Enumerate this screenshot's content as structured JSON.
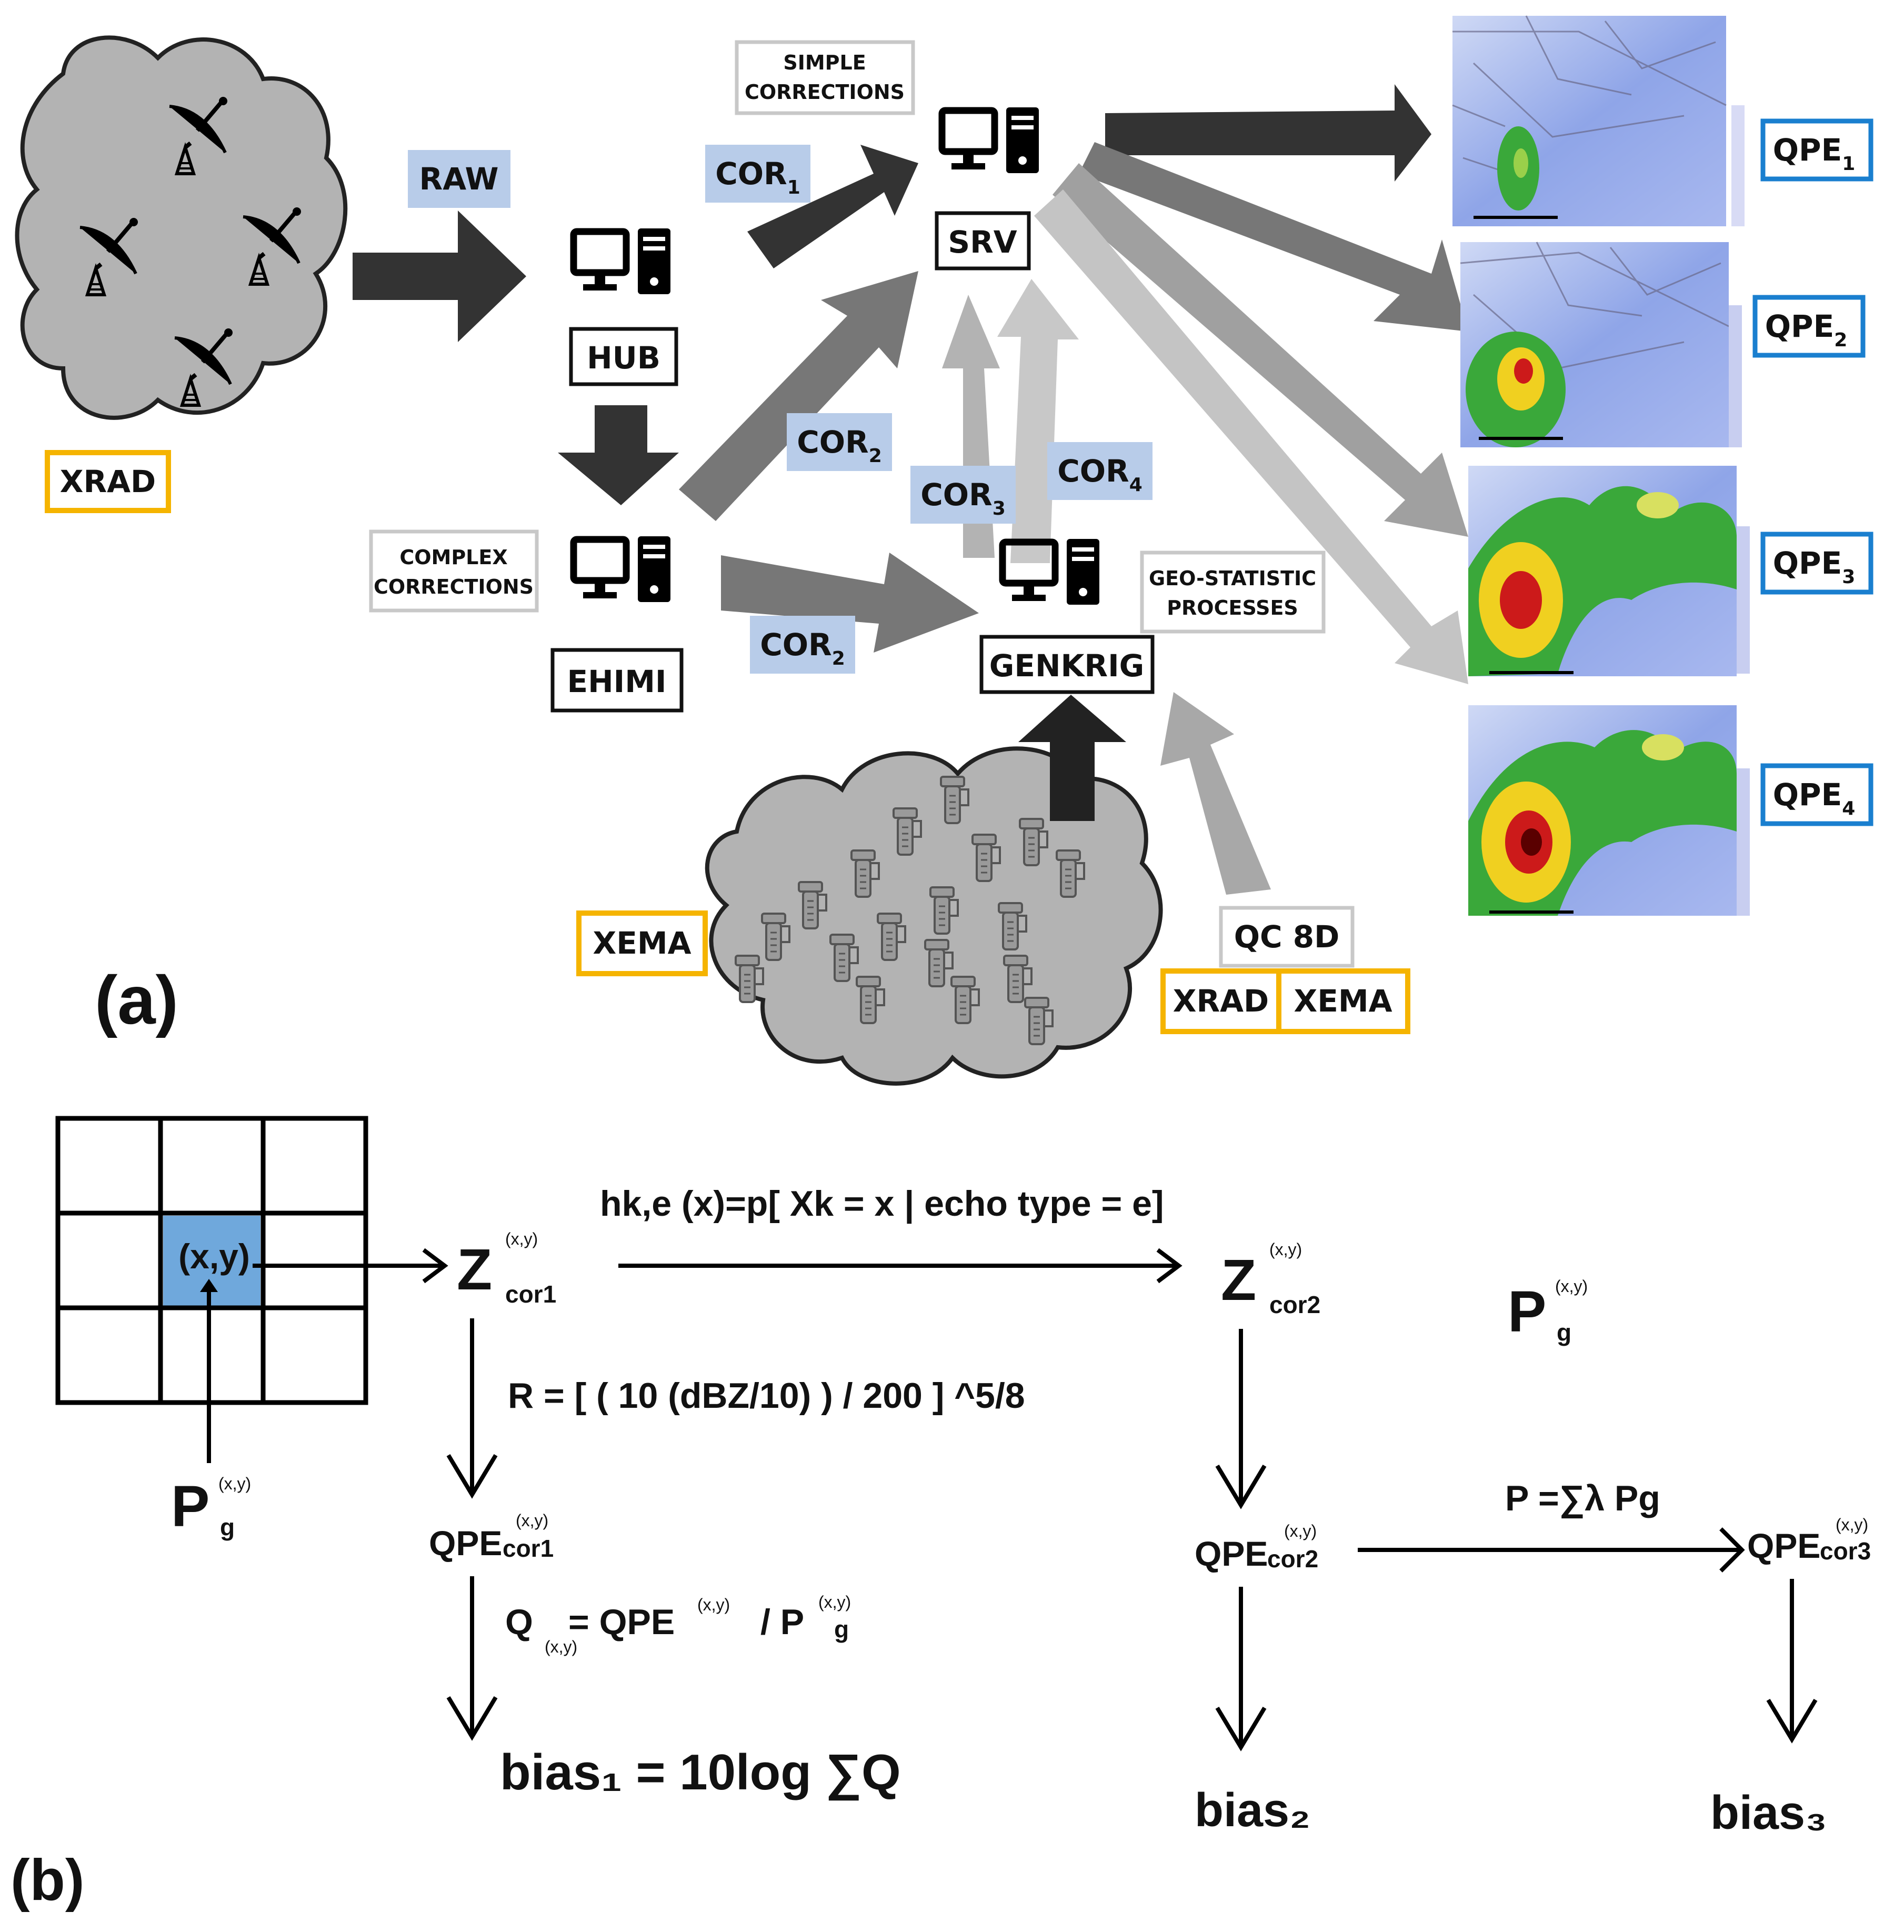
{
  "panel_a": {
    "panel_label": "(a)",
    "radar_network_label": "XRAD",
    "gauge_network_label": "XEMA",
    "raw_label": "RAW",
    "hub_label": "HUB",
    "ehimi_label": "EHIMI",
    "srv_label": "SRV",
    "genkrig_label": "GENKRIG",
    "simple_corrections": [
      "SIMPLE",
      "CORRECTIONS"
    ],
    "complex_corrections": [
      "COMPLEX",
      "CORRECTIONS"
    ],
    "geostat_processes": [
      "GEO-STATISTIC",
      "PROCESSES"
    ],
    "cor1": {
      "base": "COR",
      "sub": "1"
    },
    "cor2_upper": {
      "base": "COR",
      "sub": "2"
    },
    "cor2_lower": {
      "base": "COR",
      "sub": "2"
    },
    "cor3": {
      "base": "COR",
      "sub": "3"
    },
    "cor4": {
      "base": "COR",
      "sub": "4"
    },
    "qc_label": "QC 8D",
    "qc_inputs": [
      "XRAD",
      "XEMA"
    ],
    "qpe_outputs": [
      {
        "base": "QPE",
        "sub": "1"
      },
      {
        "base": "QPE",
        "sub": "2"
      },
      {
        "base": "QPE",
        "sub": "3"
      },
      {
        "base": "QPE",
        "sub": "4"
      }
    ],
    "colors": {
      "label_blue": "#b8cce9",
      "xrad_xema_border": "#f5b400",
      "qpe_border": "#1a7fcf",
      "dark_arrow": "#333333",
      "mid_arrow": "#707070",
      "light_arrow": "#c0c0c0",
      "cloud_fill": "#b3b3b3"
    }
  },
  "panel_b": {
    "panel_label": "(b)",
    "grid_cell_label": "(x,y)",
    "coord_sup": "(x,y)",
    "pg": {
      "base": "P",
      "sub": "g"
    },
    "z_cor1": {
      "base": "Z",
      "sub": "cor1"
    },
    "z_cor2": {
      "base": "Z",
      "sub": "cor2"
    },
    "hist_equation": "hk,e (x)=p[ Xk = x | echo type = e]",
    "zr_equation": "R = [ ( 10 (dBZ/10) ) / 200 ] ^5/8",
    "q_equation": {
      "q": "Q",
      "q_sub": "(x,y)",
      "mid": "= QPE",
      "div": "/ P",
      "pg_sub": "g"
    },
    "kriging_equation": "P =∑λ Pg",
    "qpe_cor1": {
      "base": "QPE",
      "sub": "cor1"
    },
    "qpe_cor2": {
      "base": "QPE",
      "sub": "cor2"
    },
    "qpe_cor3": {
      "base": "QPE",
      "sub": "cor3"
    },
    "bias1": "bias₁ = 10log ∑Q",
    "bias2": "bias₂",
    "bias3": "bias₃",
    "highlight_color": "#6fa8dc"
  }
}
